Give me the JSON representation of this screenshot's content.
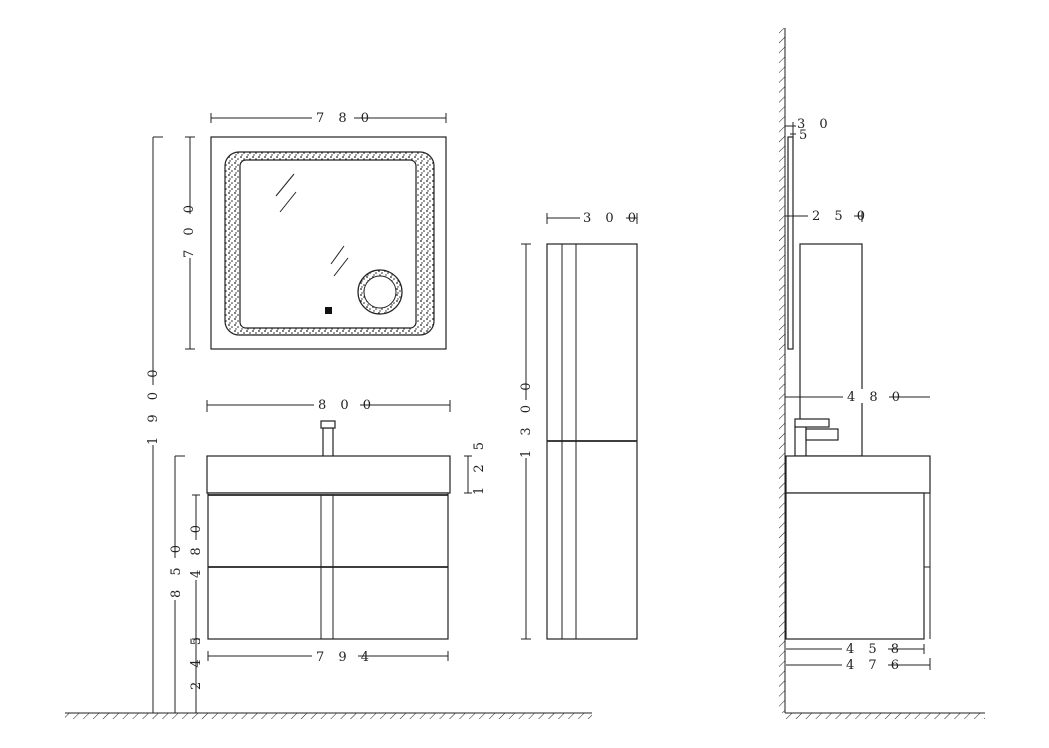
{
  "dims": {
    "mirror_width": "7 8 0",
    "mirror_height": "7 0 0",
    "total_height": "1 9 0 0",
    "vanity_width": "8 0 0",
    "basin_thickness": "1 2 5",
    "drawer_height": "4 8 0",
    "vanity_height": "8 5 0",
    "floor_gap": "2 4 5",
    "cabinet_body_width": "7 9 4",
    "tall_cabinet_depth": "3 0 0",
    "tall_cabinet_height": "1 3 0 0",
    "mirror_offset": "3 0",
    "mirror_depth": "5",
    "tall_side_depth": "2 5 0",
    "vanity_depth": "4 8 0",
    "vanity_body_depth": "4 5 8",
    "vanity_total_depth": "4 7 6"
  },
  "colors": {
    "line": "#222222",
    "background": "#ffffff"
  }
}
